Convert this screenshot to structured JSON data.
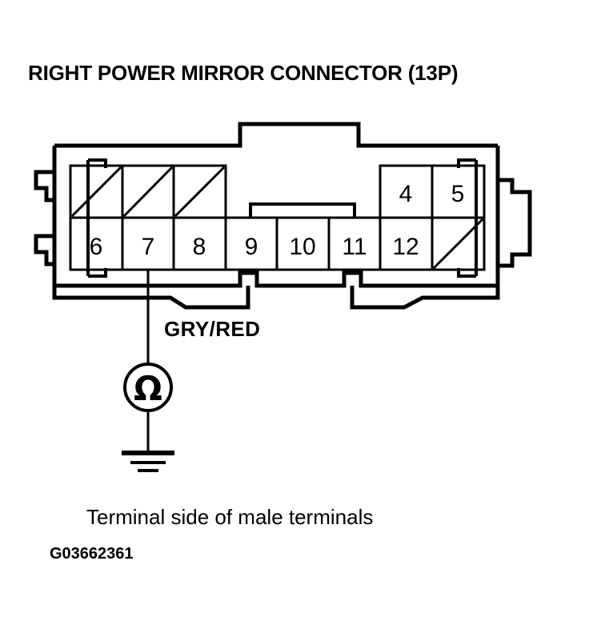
{
  "figure": {
    "title": "RIGHT POWER MIRROR CONNECTOR (13P)",
    "caption": "Terminal side of male terminals",
    "figure_id": "G03662361",
    "wire_label": "GRY/RED",
    "meter_symbol": "Ω",
    "meter_type": "ohmmeter",
    "ground_symbol": "earth-ground",
    "connector": {
      "pin_count_label": "13P",
      "rows": [
        {
          "name": "top-row",
          "cells": [
            {
              "label": "",
              "blank": true,
              "slashed": true
            },
            {
              "label": "",
              "blank": true,
              "slashed": true
            },
            {
              "label": "",
              "blank": true,
              "slashed": true
            },
            {
              "label": "",
              "blank": true,
              "slashed": false,
              "absent": true
            },
            {
              "label": "",
              "blank": true,
              "slashed": false,
              "absent": true
            },
            {
              "label": "",
              "blank": true,
              "slashed": false,
              "absent": true
            },
            {
              "label": "4",
              "blank": false,
              "slashed": false
            },
            {
              "label": "5",
              "blank": false,
              "slashed": false
            }
          ]
        },
        {
          "name": "bottom-row",
          "cells": [
            {
              "label": "6",
              "blank": false,
              "slashed": false
            },
            {
              "label": "7",
              "blank": false,
              "slashed": false
            },
            {
              "label": "8",
              "blank": false,
              "slashed": false
            },
            {
              "label": "9",
              "blank": false,
              "slashed": false
            },
            {
              "label": "10",
              "blank": false,
              "slashed": false
            },
            {
              "label": "11",
              "blank": false,
              "slashed": false
            },
            {
              "label": "12",
              "blank": false,
              "slashed": false
            },
            {
              "label": "",
              "blank": true,
              "slashed": true
            }
          ]
        }
      ],
      "probed_terminal": "7"
    },
    "colors": {
      "ink": "#000000",
      "background": "#ffffff"
    }
  }
}
